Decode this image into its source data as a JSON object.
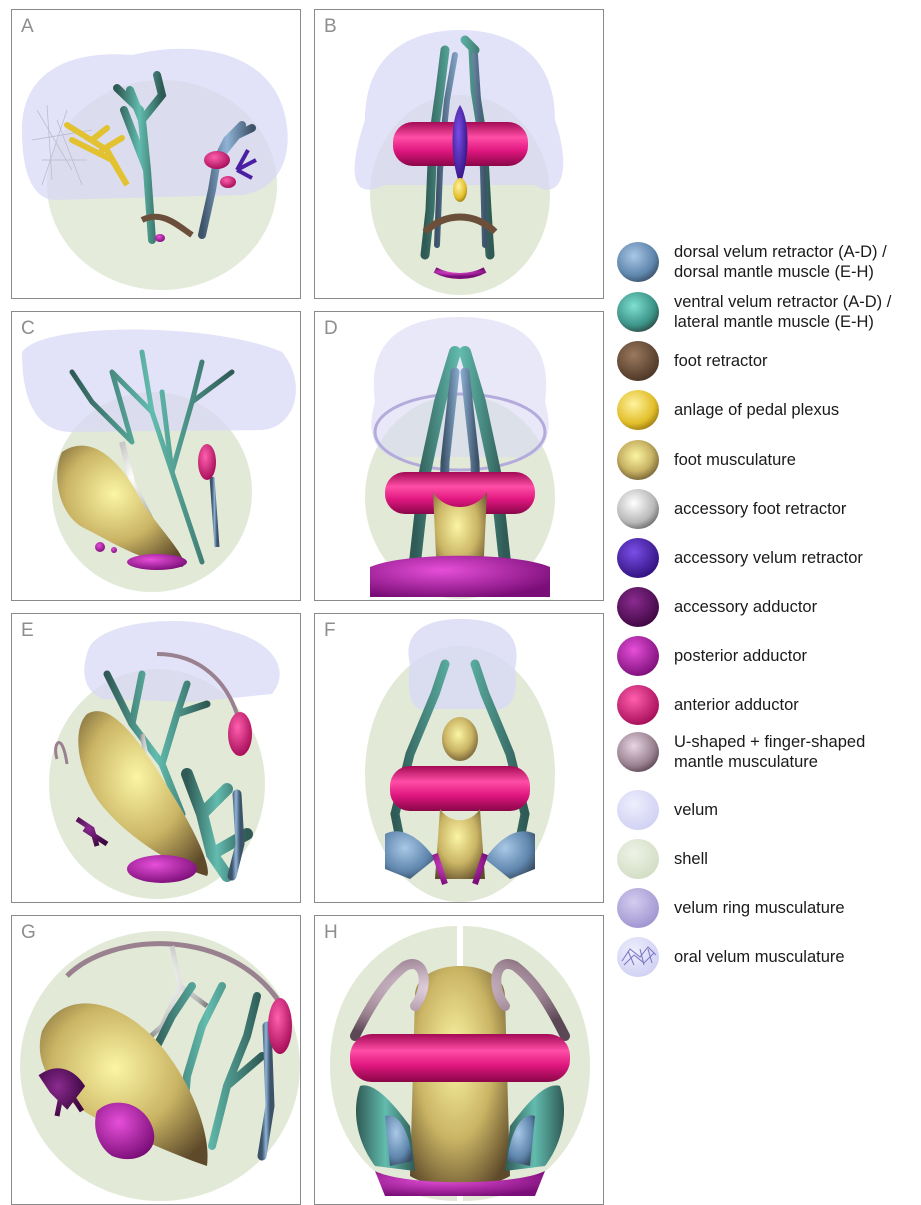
{
  "panels": [
    {
      "id": "A",
      "label": "A"
    },
    {
      "id": "B",
      "label": "B"
    },
    {
      "id": "C",
      "label": "C"
    },
    {
      "id": "D",
      "label": "D"
    },
    {
      "id": "E",
      "label": "E"
    },
    {
      "id": "F",
      "label": "F"
    },
    {
      "id": "G",
      "label": "G"
    },
    {
      "id": "H",
      "label": "H"
    }
  ],
  "legend": [
    {
      "label": "dorsal velum retractor (A-D) /\ndorsal mantle muscle (E-H)",
      "color": "#6c93b8"
    },
    {
      "label": "ventral velum retractor (A-D) /\nlateral mantle muscle (E-H)",
      "color": "#4fa79b"
    },
    {
      "label": "foot retractor",
      "color": "#6b4f3a"
    },
    {
      "label": "anlage of pedal plexus",
      "color": "#e3c232"
    },
    {
      "label": "foot musculature",
      "color": "#a38f4a"
    },
    {
      "label": "accessory foot retractor",
      "color": "#b9b9b9"
    },
    {
      "label": "accessory velum retractor",
      "color": "#4a1fa3"
    },
    {
      "label": "accessory adductor",
      "color": "#5c1060"
    },
    {
      "label": "posterior adductor",
      "color": "#a11a9e"
    },
    {
      "label": "anterior adductor",
      "color": "#d8127a"
    },
    {
      "label": "U-shaped + finger-shaped\nmantle musculature",
      "color": "#9a8190"
    },
    {
      "label": "velum",
      "color": "#dcdcf5"
    },
    {
      "label": "shell",
      "color": "#dfe8d3"
    },
    {
      "label": "velum ring musculature",
      "color": "#b4abdc"
    },
    {
      "label": "oral velum musculature",
      "color": "#d7d5ee"
    }
  ]
}
